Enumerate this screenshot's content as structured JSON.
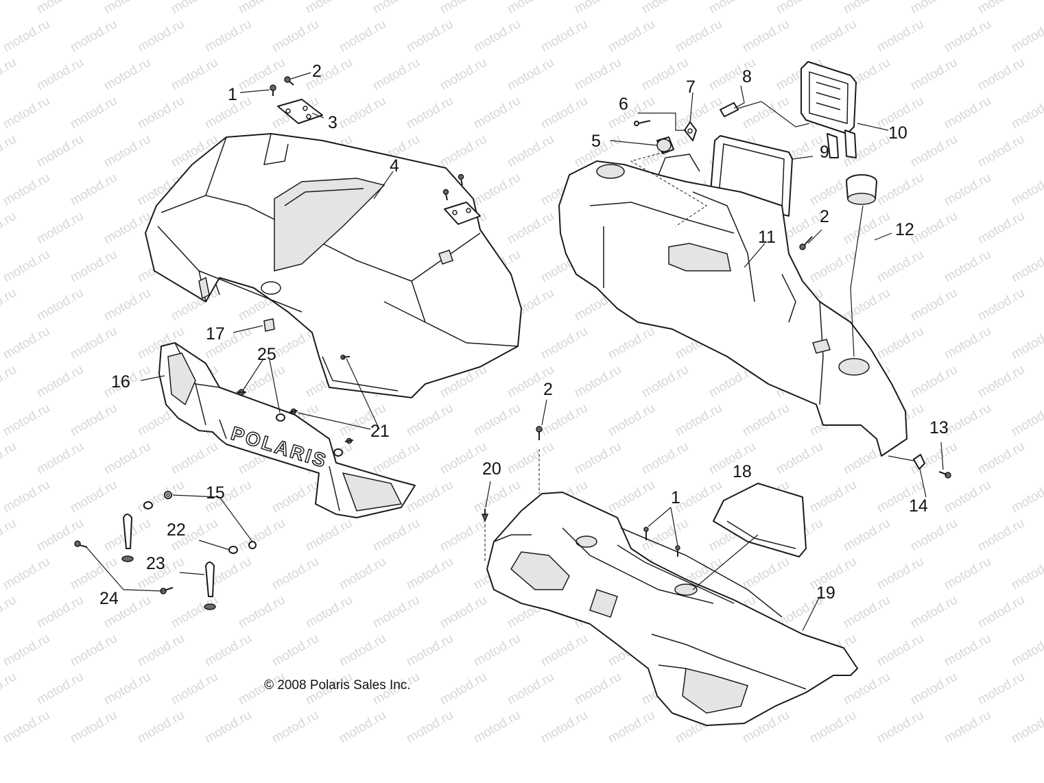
{
  "watermark": "motod.ru",
  "logo": "POLARIS",
  "copyright": "© 2008 Polaris Sales Inc.",
  "callouts": {
    "c1a": "1",
    "c2a": "2",
    "c3": "3",
    "c4": "4",
    "c5": "5",
    "c6": "6",
    "c7": "7",
    "c8": "8",
    "c9": "9",
    "c10": "10",
    "c11": "11",
    "c2b": "2",
    "c12": "12",
    "c17": "17",
    "c25": "25",
    "c16": "16",
    "c21": "21",
    "c2c": "2",
    "c13": "13",
    "c14": "14",
    "c20": "20",
    "c18": "18",
    "c1b": "1",
    "c15": "15",
    "c22": "22",
    "c23": "23",
    "c24": "24",
    "c19": "19"
  }
}
